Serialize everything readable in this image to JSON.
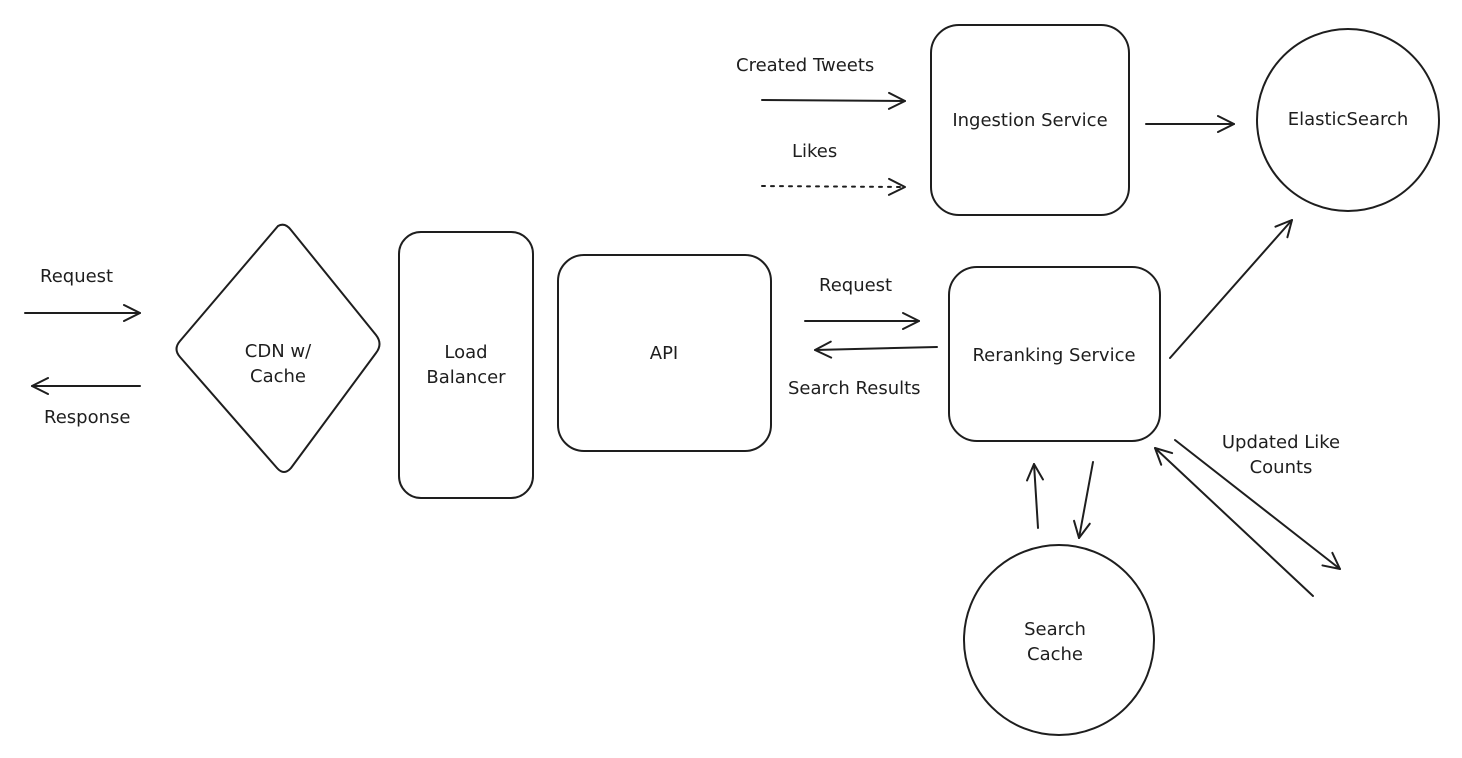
{
  "nodes": {
    "cdn": "CDN w/\nCache",
    "load_balancer": "Load\nBalancer",
    "api": "API",
    "ingestion": "Ingestion Service",
    "elasticsearch": "ElasticSearch",
    "reranking": "Reranking Service",
    "search_cache": "Search\nCache"
  },
  "edges": {
    "client_request": "Request",
    "client_response": "Response",
    "created_tweets": "Created Tweets",
    "likes": "Likes",
    "api_request": "Request",
    "search_results": "Search Results",
    "updated_like_counts": "Updated Like\nCounts"
  },
  "colors": {
    "stroke": "#1e1e1e",
    "background": "#ffffff"
  }
}
